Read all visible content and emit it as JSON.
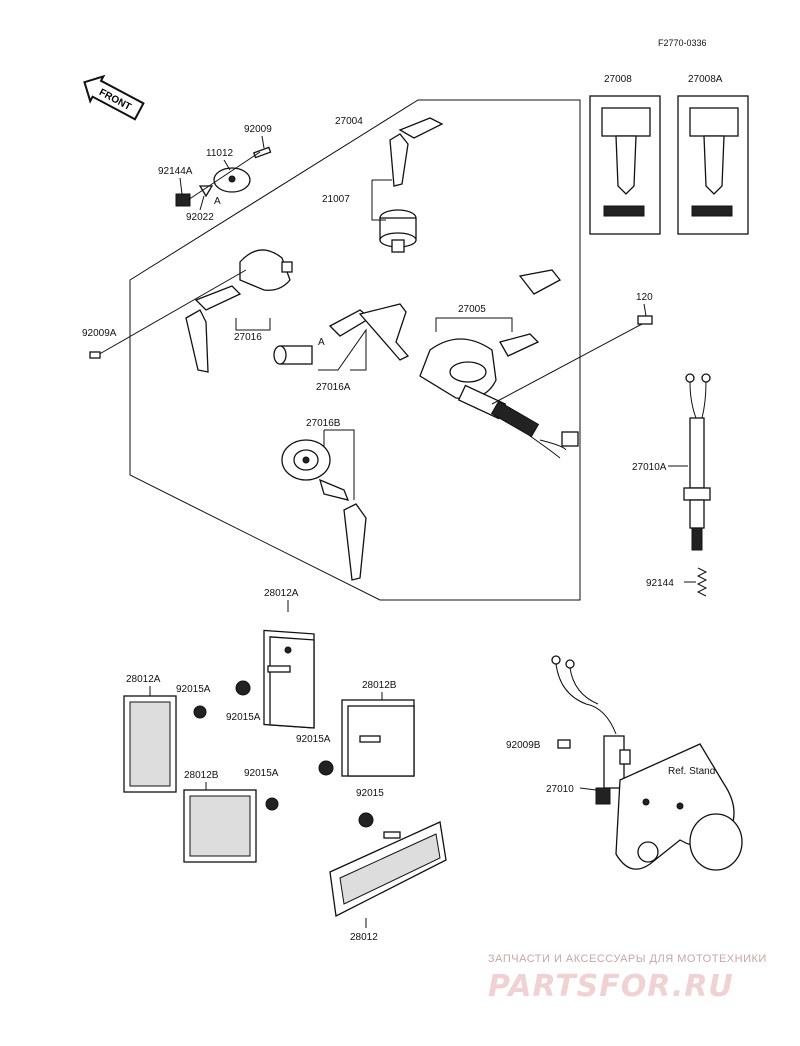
{
  "figure_code": "F2770-0336",
  "front_arrow": "FRONT",
  "labels": {
    "p92009": "92009",
    "p11012": "11012",
    "p92144A": "92144A",
    "p92022": "92022",
    "p27004": "27004",
    "p21007": "21007",
    "p27016": "27016",
    "p92009A": "92009A",
    "p27016A": "27016A",
    "p27005": "27005",
    "p27016B": "27016B",
    "p27008": "27008",
    "p27008A": "27008A",
    "p120": "120",
    "p27010A": "27010A",
    "p92144": "92144",
    "p28012A_top": "28012A",
    "p28012A_left": "28012A",
    "p92015A_1": "92015A",
    "p92015A_2": "92015A",
    "p28012B_right": "28012B",
    "p92015A_3": "92015A",
    "p28012B_left": "28012B",
    "p92015A_4": "92015A",
    "p92015": "92015",
    "p28012": "28012",
    "p92009B": "92009B",
    "p27010": "27010",
    "ref_stand": "Ref. Stand",
    "marker_A1": "A",
    "marker_A2": "A"
  },
  "watermark": {
    "tagline": "ЗАПЧАСТИ И АКСЕССУАРЫ ДЛЯ МОТОТЕХНИКИ",
    "logo": "PARTSFOR.RU"
  },
  "colors": {
    "ink": "#111111",
    "watermark": "#d9a0a0"
  }
}
